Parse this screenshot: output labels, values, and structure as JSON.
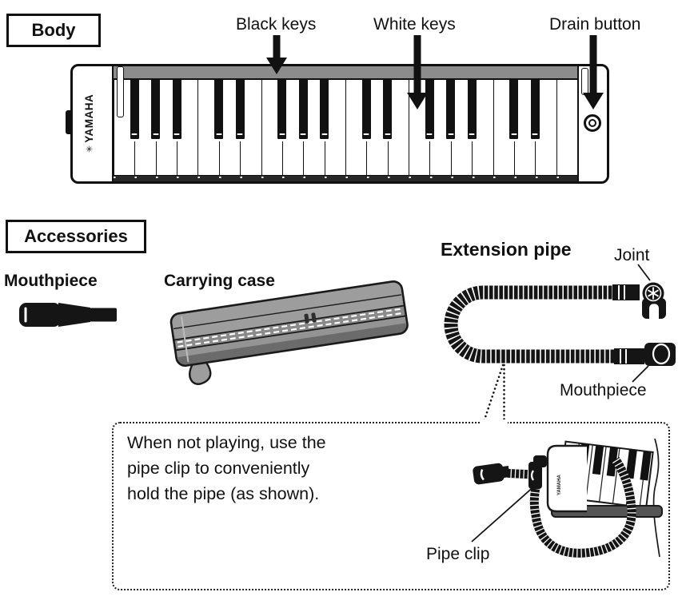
{
  "colors": {
    "ink": "#111111",
    "rail_gray": "#8c8c8c",
    "case_gray": "#949494",
    "case_light": "#9d9d9d",
    "case_dark": "#6b6b6b",
    "pipe_black": "#151515",
    "small_pipe_gray": "#3d3d3d"
  },
  "body_section": {
    "title": "Body",
    "brand": "YAMAHA",
    "logo_glyph": "✳",
    "labels": {
      "black_keys": "Black keys",
      "white_keys": "White keys",
      "drain_button": "Drain button"
    },
    "keyboard": {
      "white_key_count": 22,
      "black_key_groups": [
        3,
        2,
        3,
        2,
        3,
        2
      ]
    }
  },
  "accessories_section": {
    "title": "Accessories",
    "mouthpiece_label": "Mouthpiece",
    "carrying_case_label": "Carrying case",
    "extension_pipe_label": "Extension pipe",
    "joint_label": "Joint",
    "pipe_mouthpiece_label": "Mouthpiece"
  },
  "note_box": {
    "lines": [
      "When not playing, use the",
      "pipe clip to conveniently",
      "hold the pipe (as shown)."
    ],
    "pipe_clip_label": "Pipe clip"
  }
}
